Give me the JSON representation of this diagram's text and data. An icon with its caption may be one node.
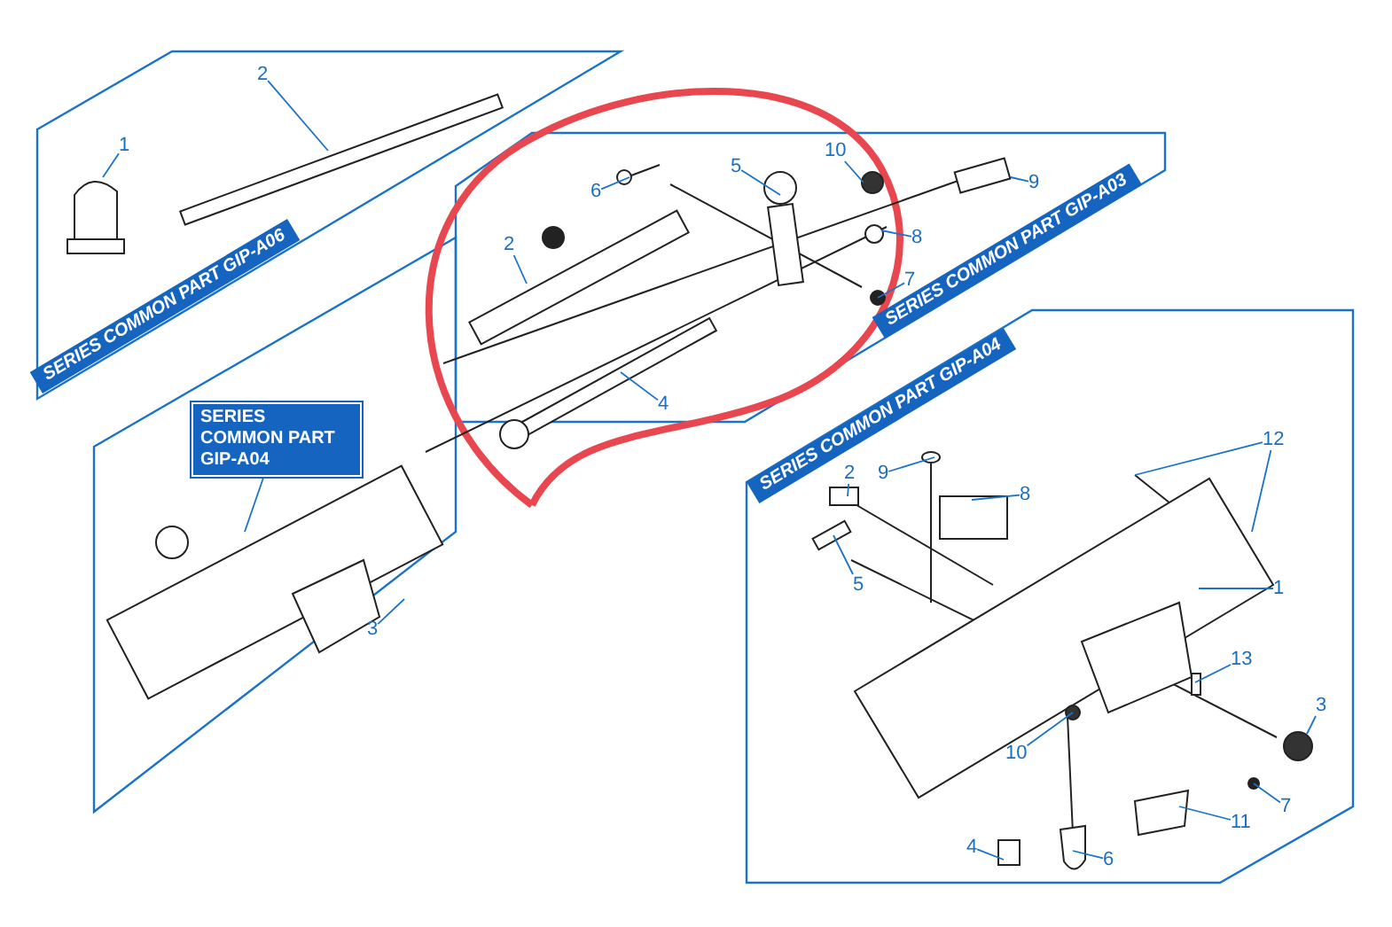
{
  "diagram": {
    "nodes": [
      {
        "text": [
          "SERIES COMMON PART GIP-A06"
        ]
      },
      {
        "text": [
          "1"
        ],
        "in": 0
      },
      {
        "text": [
          "2"
        ],
        "in": 0
      },
      {
        "text": [
          "SERIES COMMON PART GIP-A03"
        ]
      },
      {
        "text": [
          "10"
        ],
        "in": 3
      },
      {
        "text": [
          "5"
        ],
        "in": 3
      },
      {
        "text": [
          "9"
        ],
        "in": 3
      },
      {
        "text": [
          "6"
        ],
        "in": 3
      },
      {
        "text": [
          "8"
        ],
        "in": 3
      },
      {
        "text": [
          "2"
        ],
        "in": 3
      },
      {
        "text": [
          "7"
        ],
        "in": 3
      },
      {
        "text": [
          "4"
        ],
        "in": 3
      },
      {
        "text": [],
        "shape": "box"
      },
      {
        "text": [
          "SERIES COMMON PART GIP-A04"
        ],
        "in": 12
      },
      {
        "text": [
          "3"
        ],
        "in": 12
      },
      {
        "text": [
          "SERIES COMMON PART GIP-A04"
        ]
      },
      {
        "text": [
          "12"
        ],
        "in": 15
      },
      {
        "text": [
          "2"
        ],
        "in": 15
      },
      {
        "text": [
          "9"
        ],
        "in": 15
      },
      {
        "text": [
          "8"
        ],
        "in": 15
      },
      {
        "text": [
          "5"
        ],
        "in": 15
      },
      {
        "text": [
          "1"
        ],
        "in": 15
      },
      {
        "text": [
          "13"
        ],
        "in": 15
      },
      {
        "text": [
          "3"
        ],
        "in": 15
      },
      {
        "text": [
          "10"
        ],
        "in": 15
      },
      {
        "text": [
          "7"
        ],
        "in": 15
      },
      {
        "text": [
          "11"
        ],
        "in": 15
      },
      {
        "text": [
          "4"
        ],
        "in": 15
      },
      {
        "text": [
          "6"
        ],
        "in": 15
      }
    ],
    "edges": [
      {
        "from": 1,
        "to": null,
        "arrow": "none"
      },
      {
        "from": 2,
        "to": null,
        "arrow": "none"
      },
      {
        "from": 4,
        "to": null,
        "arrow": "none"
      },
      {
        "from": 5,
        "to": null,
        "arrow": "none"
      },
      {
        "from": 6,
        "to": null,
        "arrow": "none"
      },
      {
        "from": 7,
        "to": null,
        "arrow": "none"
      },
      {
        "from": 8,
        "to": null,
        "arrow": "none"
      },
      {
        "from": 9,
        "to": null,
        "arrow": "none"
      },
      {
        "from": 10,
        "to": null,
        "arrow": "none"
      },
      {
        "from": 11,
        "to": null,
        "arrow": "none"
      },
      {
        "from": 13,
        "to": null,
        "arrow": "none"
      },
      {
        "from": 14,
        "to": null,
        "arrow": "none"
      },
      {
        "from": 16,
        "to": null,
        "arrow": "none"
      },
      {
        "from": 16,
        "to": null,
        "arrow": "none"
      },
      {
        "from": 17,
        "to": null,
        "arrow": "none"
      },
      {
        "from": 18,
        "to": null,
        "arrow": "none"
      },
      {
        "from": 19,
        "to": null,
        "arrow": "none"
      },
      {
        "from": 20,
        "to": null,
        "arrow": "none"
      },
      {
        "from": 21,
        "to": null,
        "arrow": "none"
      },
      {
        "from": 22,
        "to": null,
        "arrow": "none"
      },
      {
        "from": 23,
        "to": null,
        "arrow": "none"
      },
      {
        "from": 24,
        "to": null,
        "arrow": "none"
      },
      {
        "from": 25,
        "to": null,
        "arrow": "none"
      },
      {
        "from": 26,
        "to": null,
        "arrow": "none"
      },
      {
        "from": 27,
        "to": null,
        "arrow": "none"
      },
      {
        "from": 28,
        "to": null,
        "arrow": "none"
      }
    ]
  }
}
